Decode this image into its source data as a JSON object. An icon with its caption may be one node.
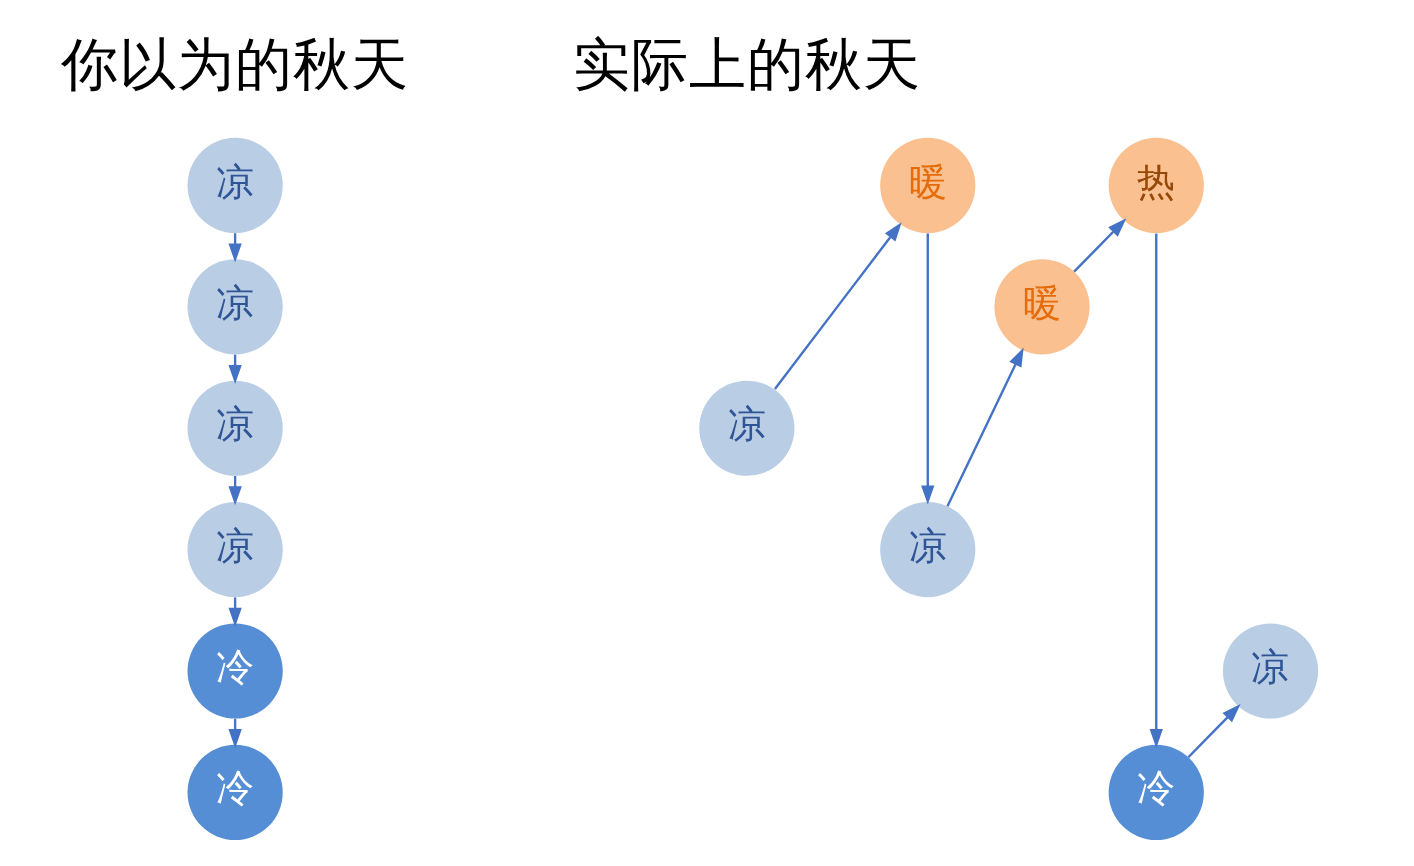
{
  "diagram": {
    "nodes": [
      {
        "text": [
          "凉"
        ]
      },
      {
        "text": [
          "凉"
        ]
      },
      {
        "text": [
          "凉"
        ]
      },
      {
        "text": [
          "凉"
        ]
      },
      {
        "text": [
          "冷"
        ]
      },
      {
        "text": [
          "冷"
        ]
      },
      {
        "text": [
          "凉"
        ]
      },
      {
        "text": [
          "暖"
        ]
      },
      {
        "text": [
          "凉"
        ]
      },
      {
        "text": [
          "暖"
        ]
      },
      {
        "text": [
          "热"
        ]
      },
      {
        "text": [
          "冷"
        ]
      },
      {
        "text": [
          "凉"
        ]
      }
    ],
    "edges": [
      {
        "from": 0,
        "to": 1,
        "arrow": "to"
      },
      {
        "from": 1,
        "to": 2,
        "arrow": "to"
      },
      {
        "from": 2,
        "to": 3,
        "arrow": "to"
      },
      {
        "from": 3,
        "to": 4,
        "arrow": "to"
      },
      {
        "from": 4,
        "to": 5,
        "arrow": "to"
      },
      {
        "from": 6,
        "to": 7,
        "arrow": "to"
      },
      {
        "from": 7,
        "to": 8,
        "arrow": "to"
      },
      {
        "from": 8,
        "to": 9,
        "arrow": "to"
      },
      {
        "from": 9,
        "to": 10,
        "arrow": "to"
      },
      {
        "from": 10,
        "to": 11,
        "arrow": "to"
      },
      {
        "from": 11,
        "to": 12,
        "arrow": "to"
      }
    ],
    "labels": [
      "你以为的秋天",
      "实际上的秋天"
    ]
  }
}
